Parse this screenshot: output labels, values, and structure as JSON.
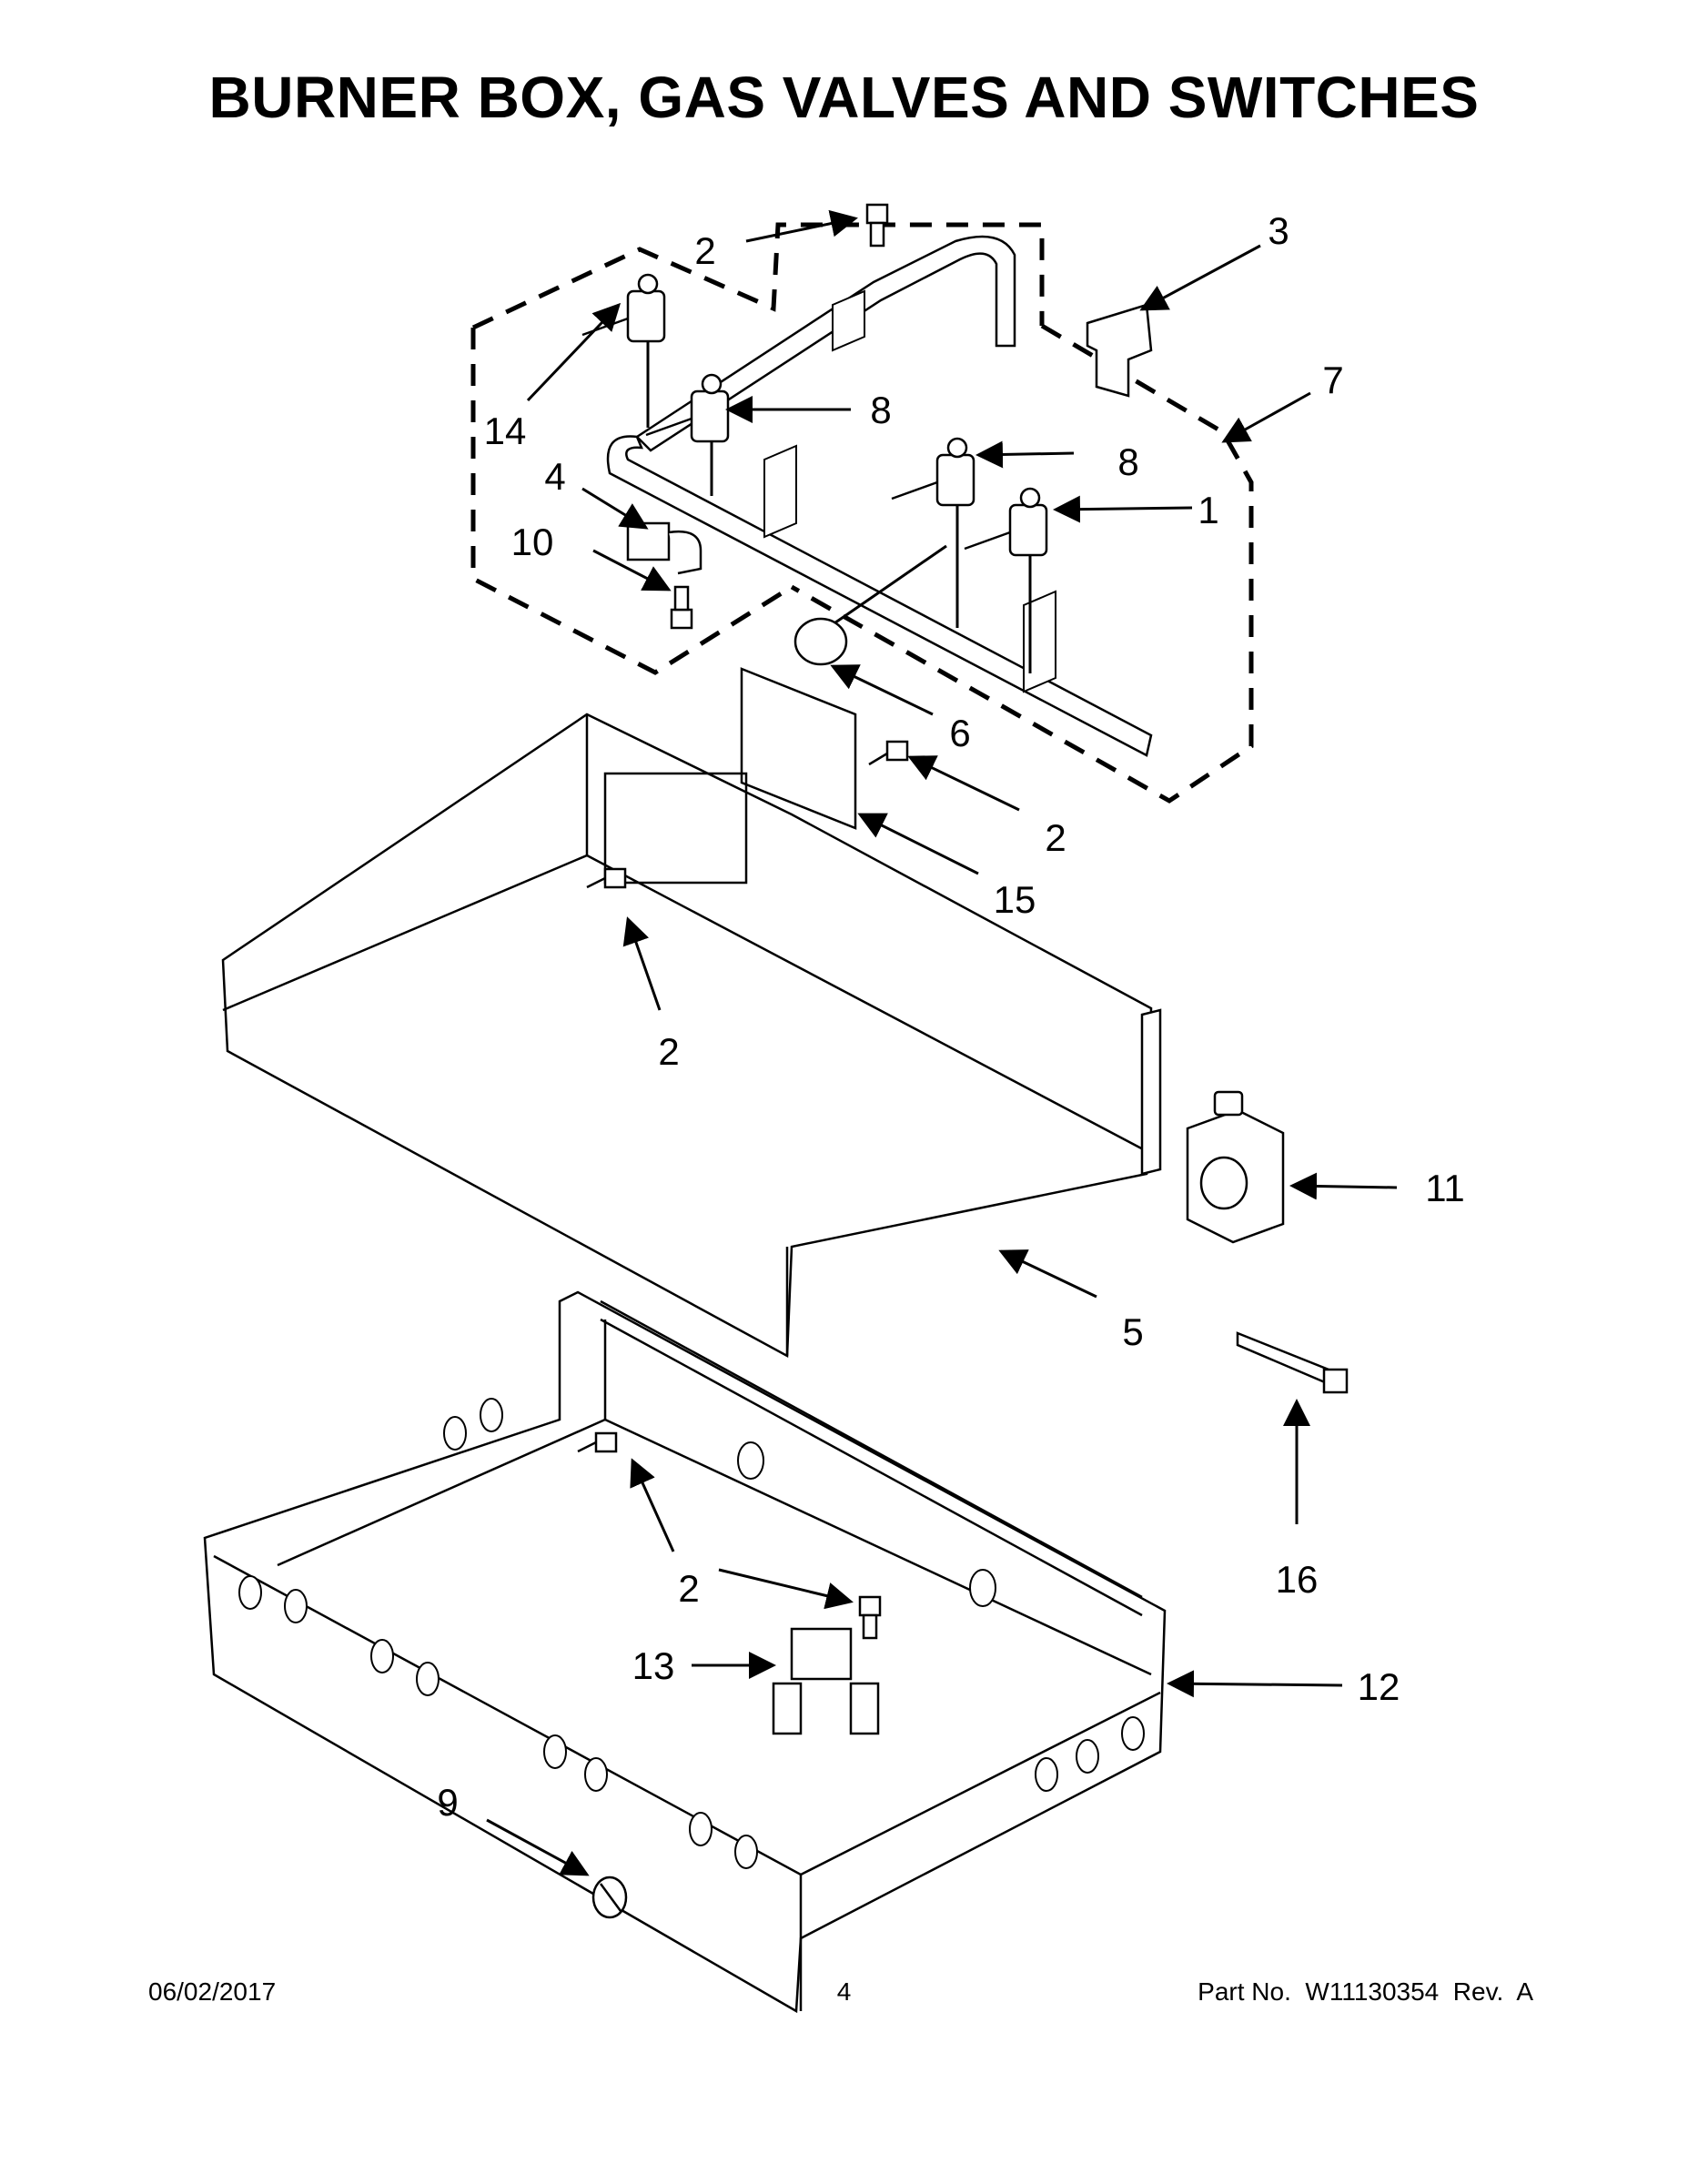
{
  "title": "BURNER BOX, GAS VALVES AND SWITCHES",
  "callouts": [
    {
      "id": "c2a",
      "label": "2"
    },
    {
      "id": "c3",
      "label": "3"
    },
    {
      "id": "c7",
      "label": "7"
    },
    {
      "id": "c14",
      "label": "14"
    },
    {
      "id": "c8a",
      "label": "8"
    },
    {
      "id": "c8b",
      "label": "8"
    },
    {
      "id": "c1",
      "label": "1"
    },
    {
      "id": "c4",
      "label": "4"
    },
    {
      "id": "c10",
      "label": "10"
    },
    {
      "id": "c6",
      "label": "6"
    },
    {
      "id": "c2b",
      "label": "2"
    },
    {
      "id": "c15",
      "label": "15"
    },
    {
      "id": "c2c",
      "label": "2"
    },
    {
      "id": "c11",
      "label": "11"
    },
    {
      "id": "c5",
      "label": "5"
    },
    {
      "id": "c16",
      "label": "16"
    },
    {
      "id": "c2d",
      "label": "2"
    },
    {
      "id": "c2e",
      "label": "2"
    },
    {
      "id": "c13",
      "label": "13"
    },
    {
      "id": "c12",
      "label": "12"
    },
    {
      "id": "c9",
      "label": "9"
    }
  ],
  "footer": {
    "date": "06/02/2017",
    "page": "4",
    "part": "Part No.  W11130354  Rev.  A"
  }
}
